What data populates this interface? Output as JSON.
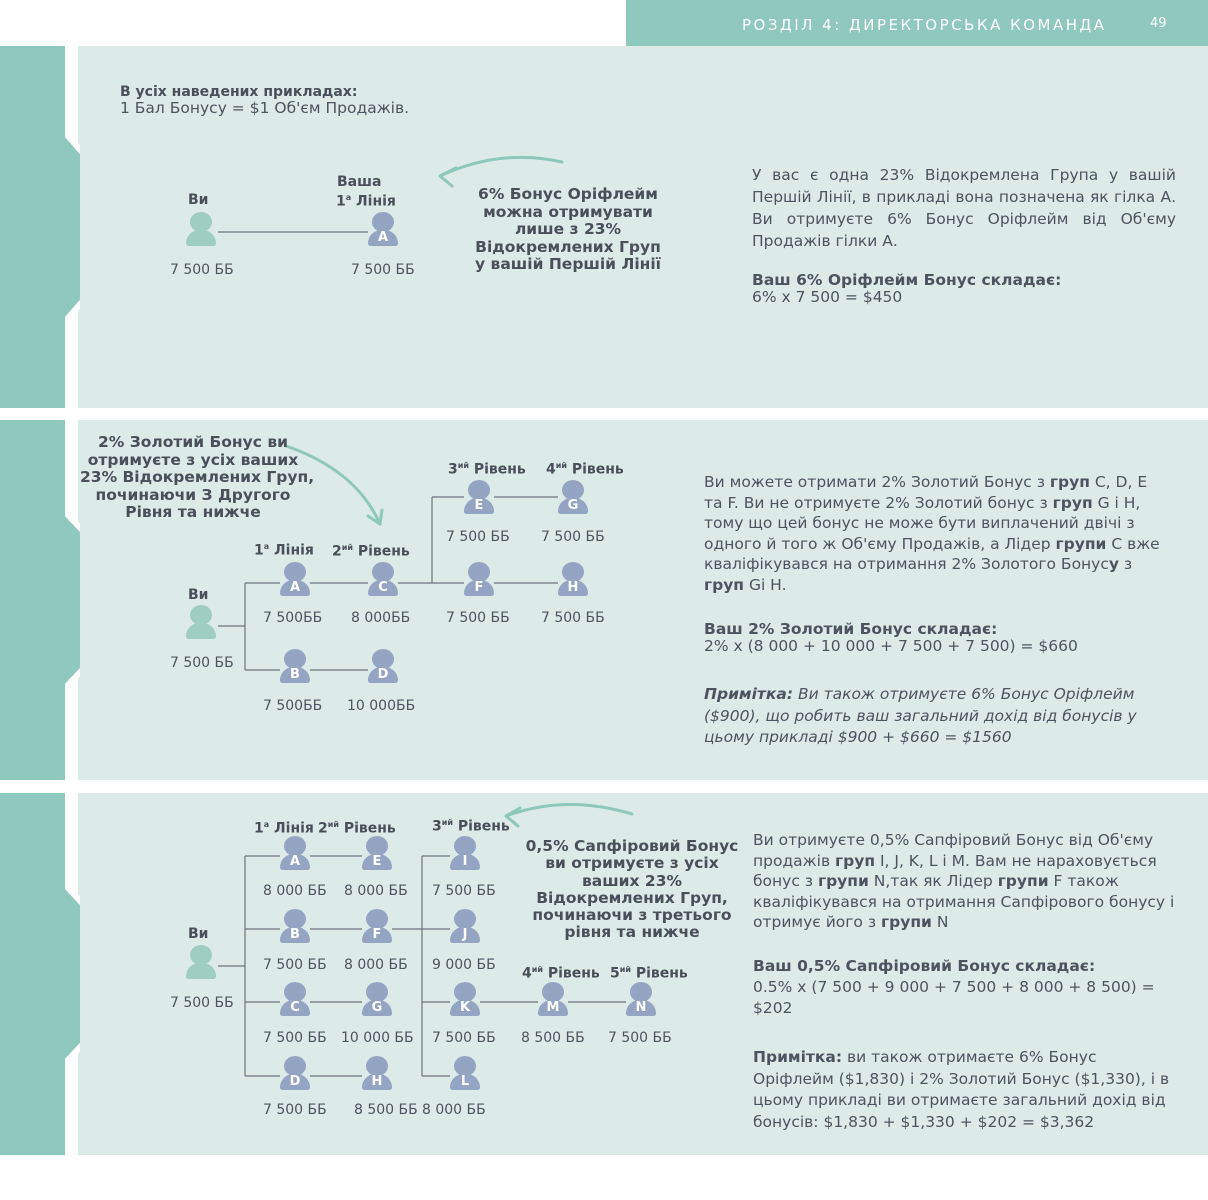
{
  "header": {
    "title": "РОЗДІЛ 4: ДИРЕКТОРСЬКА КОМАНДА",
    "page_number": "49"
  },
  "colors": {
    "accent": "#8fc9bd",
    "panel": "#dcebe7",
    "person": "#93a5c3",
    "you": "#9fcdc2",
    "arrow": "#8ec8bb"
  },
  "section1": {
    "intro_bold": "В усіх наведених прикладах:",
    "intro_text": "1 Бал Бонусу = $1 Об'єм Продажів.",
    "you_label": "Ви",
    "line1_label_a": "Ваша",
    "line1_label_b": "1",
    "line1_label_sup": "а",
    "line1_label_c": " Лінія",
    "you_bb": "7 500 ББ",
    "a_letter": "A",
    "a_bb": "7 500 ББ",
    "callout": [
      "6% Бонус Оріфлейм",
      "можна отримувати",
      "лише з 23%",
      "Відокремлених Груп",
      "у вашій Першій Лінії"
    ],
    "text": "У вас є одна 23% Відокремлена Група у вашій Першій Лінії, в прикладі вона позначена як гілка А. Ви отримуєте 6% Бонус Оріфлейм від Об'єму Продажів гілки А.",
    "result_bold": "Ваш 6% Оріфлейм Бонус складає:",
    "result_formula": "6% x 7 500 = $450"
  },
  "section2": {
    "callout": [
      "2% Золотий Бонус ви",
      "отримуєте з усіх ваших",
      "23% Відокремлених Груп,",
      "починаючи З Другого",
      "Рівня та нижче"
    ],
    "level1": {
      "n": "1",
      "sup": "а",
      "text": " Лінія"
    },
    "level2": {
      "n": "2",
      "sup": "ий",
      "text": " Рівень"
    },
    "level3": {
      "n": "3",
      "sup": "ий",
      "text": " Рівень"
    },
    "level4": {
      "n": "4",
      "sup": "ий",
      "text": " Рівень"
    },
    "you_label": "Ви",
    "you_bb": "7 500 ББ",
    "nodes": {
      "A": {
        "letter": "A",
        "bb": "7 500ББ"
      },
      "B": {
        "letter": "B",
        "bb": "7 500ББ"
      },
      "C": {
        "letter": "C",
        "bb": "8 000ББ"
      },
      "D": {
        "letter": "D",
        "bb": "10 000ББ"
      },
      "E": {
        "letter": "E",
        "bb": "7 500 ББ"
      },
      "F": {
        "letter": "F",
        "bb": "7 500 ББ"
      },
      "G": {
        "letter": "G",
        "bb": "7 500 ББ"
      },
      "H": {
        "letter": "H",
        "bb": "7 500 ББ"
      }
    },
    "text": {
      "t1": "Ви можете отримати 2% Золотий Бонус з ",
      "b1": "груп",
      "t2": " C, D, E та F. Ви не отримуєте 2% Золотий бонус з ",
      "b2": "груп",
      "t3": " G і H, тому що цей бонус не може бути виплачений двічі з одного й того ж Об'єму Продажів, а Лідер ",
      "b3": "групи",
      "t4": " С вже кваліфікувався на отримання 2% Золотого Бонус",
      "b4": "у",
      "t5": " з ",
      "b5": "груп",
      "t6": " Gі H."
    },
    "result_bold": "Ваш 2% Золотий Бонус складає:",
    "result_formula": "2% x (8 000 + 10 000 + 7 500 + 7 500) = $660",
    "note_bold": "Примітка:",
    "note_text": " Ви також отримуєте 6% Бонус Оріфлейм ($900), що робить ваш загальний дохід від бонусів у цьому прикладі $900 + $660 = $1560"
  },
  "section3": {
    "callout": [
      "0,5% Сапфіровий Бонус",
      "ви отримуєте з усіх",
      "ваших 23%",
      "Відокремлених Груп,",
      "починаючи з третього",
      "рівня та нижче"
    ],
    "level1": {
      "n": "1",
      "sup": "а",
      "text": " Лінія"
    },
    "level2": {
      "n": "2",
      "sup": "ий",
      "text": " Рівень"
    },
    "level3": {
      "n": "3",
      "sup": "ий",
      "text": " Рівень"
    },
    "level4": {
      "n": "4",
      "sup": "ий",
      "text": " Рівень"
    },
    "level5": {
      "n": "5",
      "sup": "ий",
      "text": " Рівень"
    },
    "you_label": "Ви",
    "you_bb": "7 500 ББ",
    "nodes": {
      "A": {
        "letter": "A",
        "bb": "8 000 ББ"
      },
      "B": {
        "letter": "B",
        "bb": "7 500 ББ"
      },
      "C": {
        "letter": "C",
        "bb": "7 500 ББ"
      },
      "D": {
        "letter": "D",
        "bb": "7 500 ББ"
      },
      "E": {
        "letter": "E",
        "bb": "8 000 ББ"
      },
      "F": {
        "letter": "F",
        "bb": "8 000 ББ"
      },
      "G": {
        "letter": "G",
        "bb": "10 000 ББ"
      },
      "H": {
        "letter": "H",
        "bb": "8 500 ББ"
      },
      "I": {
        "letter": "I",
        "bb": "7 500 ББ"
      },
      "J": {
        "letter": "J",
        "bb": "9 000 ББ"
      },
      "K": {
        "letter": "K",
        "bb": "7 500 ББ"
      },
      "L": {
        "letter": "L",
        "bb": "8 000 ББ"
      },
      "M": {
        "letter": "M",
        "bb": "8 500 ББ"
      },
      "N": {
        "letter": "N",
        "bb": "7 500 ББ"
      }
    },
    "text": {
      "t1": "Ви отримуєте 0,5% Сапфіровий Бонус від Об'єму продажів ",
      "b1": "груп",
      "t2": " I, J, K, L і M. Вам не нараховується бонус з ",
      "b2": "групи",
      "t3": " N,так як Лідер ",
      "b3": "групи",
      "t4": " F також кваліфікувався на отримання Сапфірового бонусу і отримує його з ",
      "b4": "групи",
      "t5": " N"
    },
    "result_bold": "Ваш 0,5% Сапфіровий Бонус складає:",
    "result_formula": " 0.5% x (7 500 + 9 000 + 7 500 + 8 000 + 8 500) = $202",
    "note_bold": "Примітка:",
    "note_text": " ви також отримаєте 6% Бонус Оріфлейм ($1,830) і 2% Золотий Бонус ($1,330), і в цьому прикладі ви отримаєте загальний дохід від бонусів: $1,830 + $1,330 + $202 = $3,362"
  }
}
